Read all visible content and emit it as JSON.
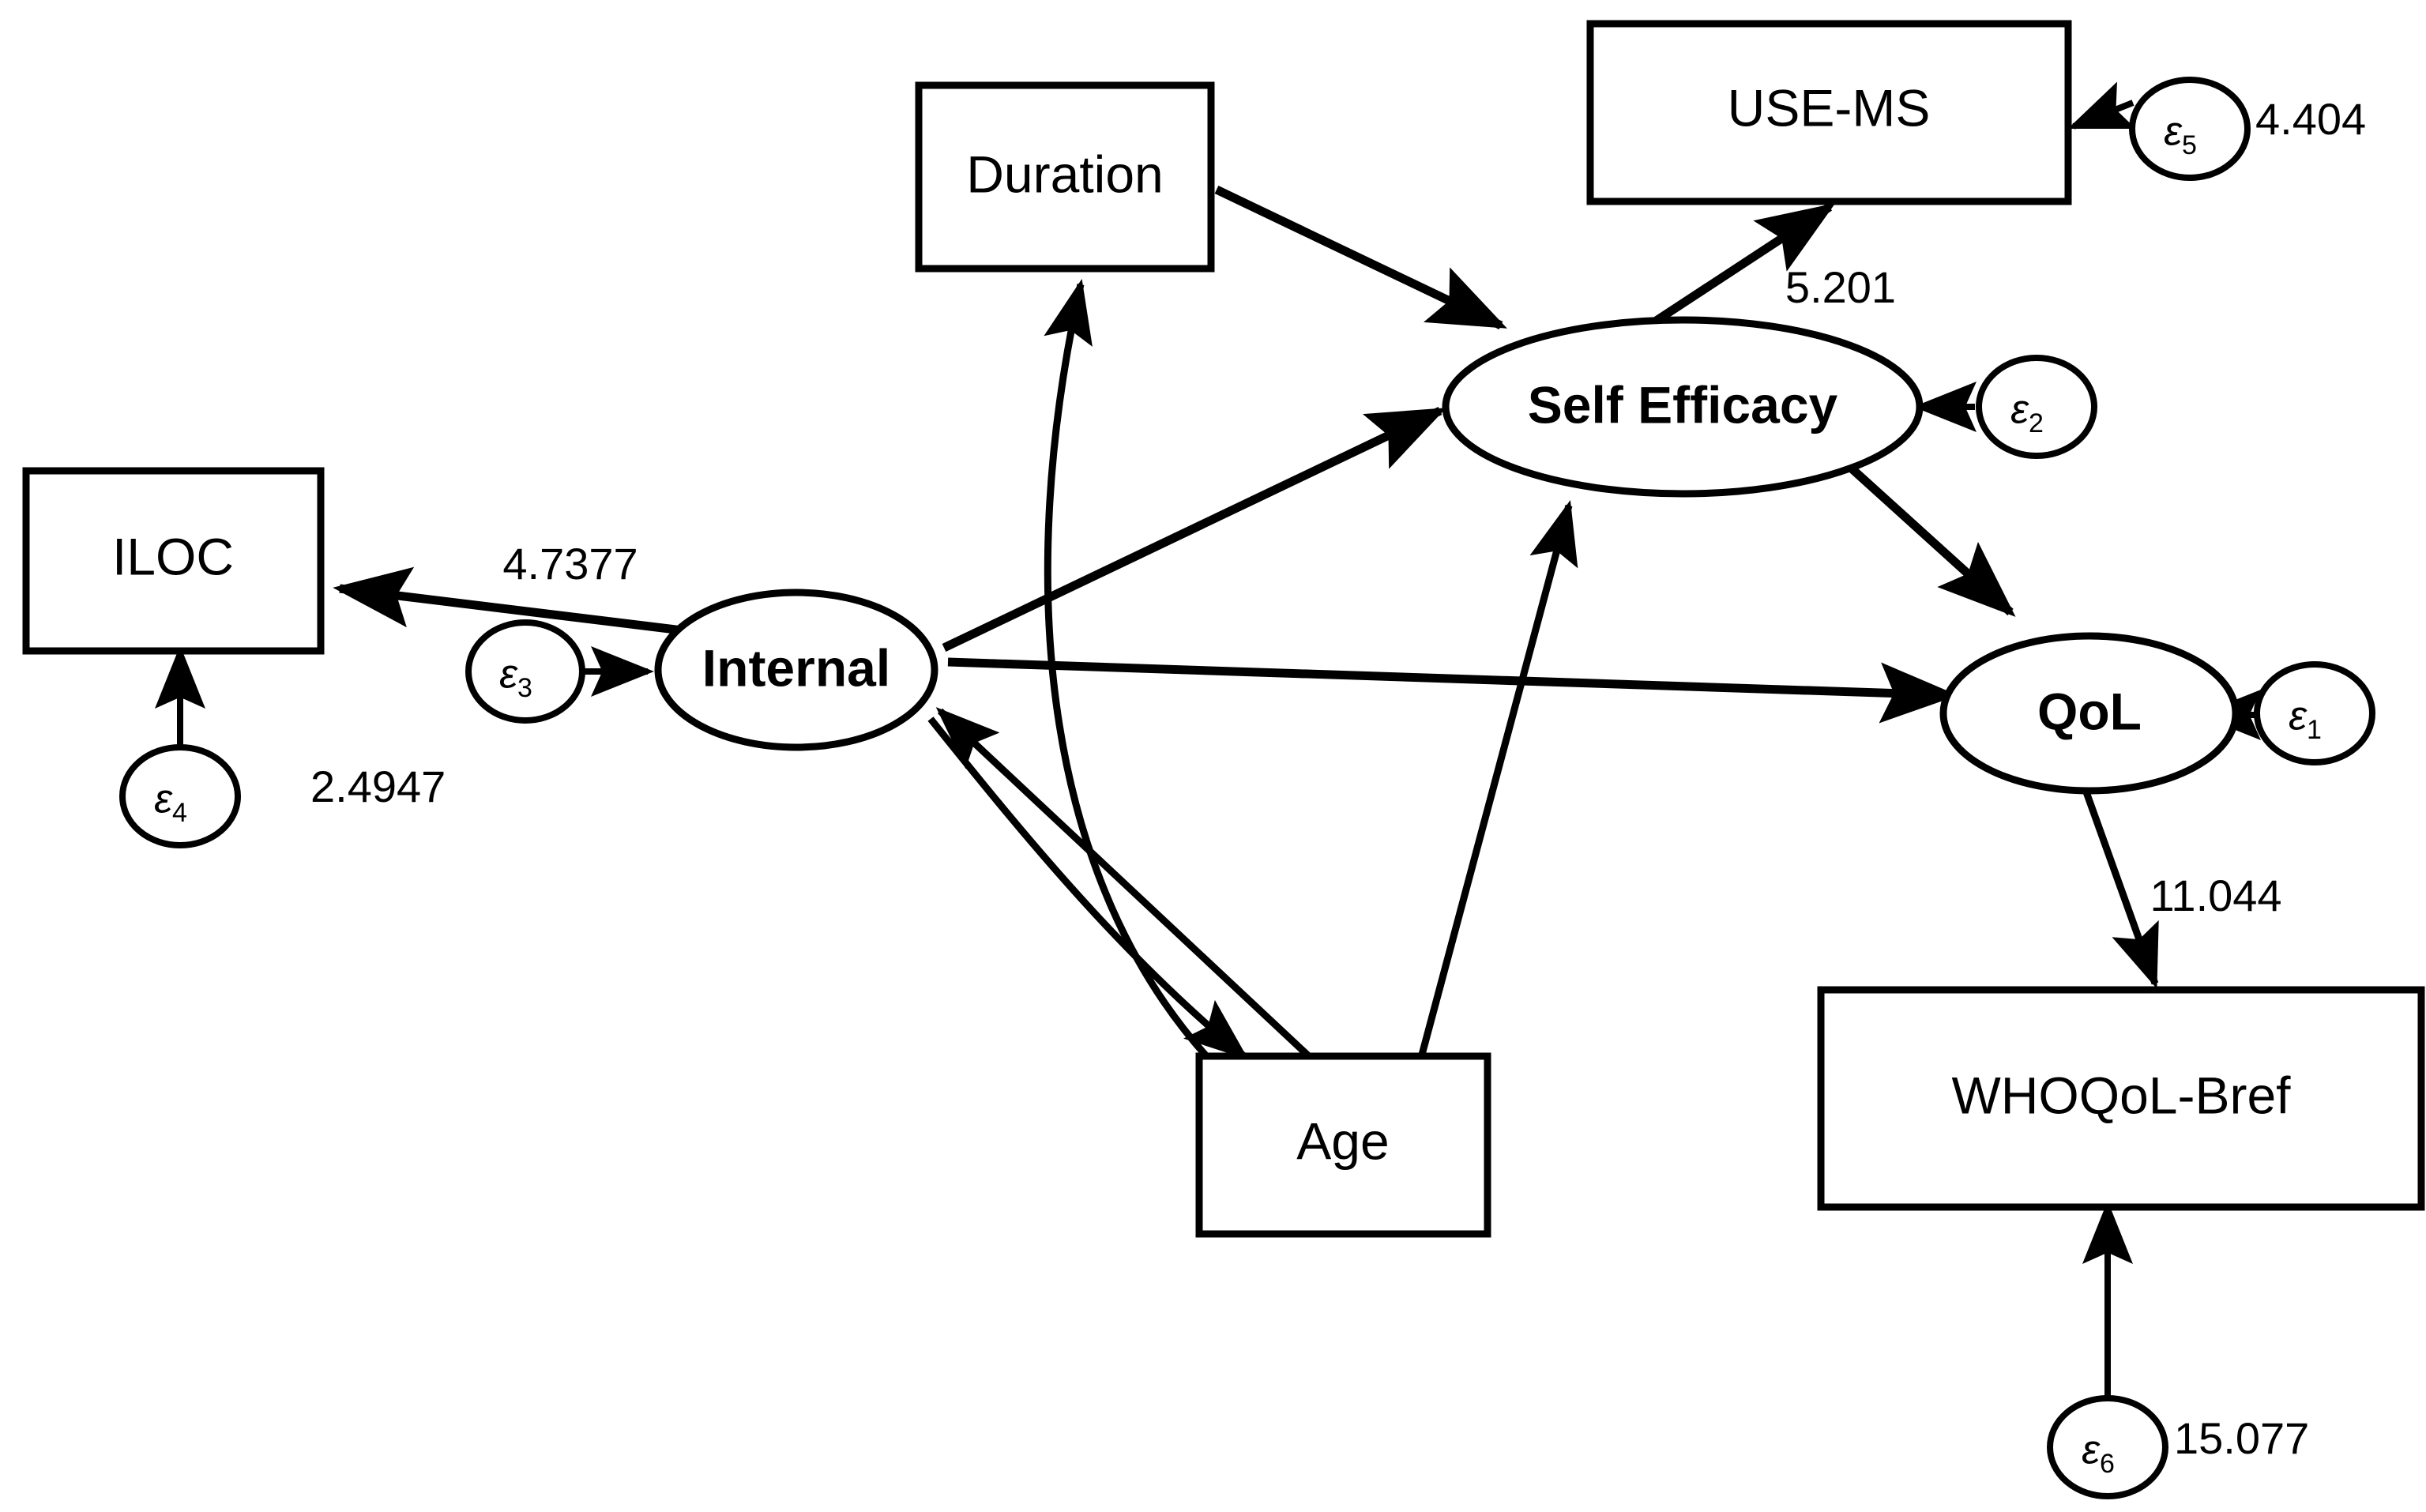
{
  "diagram": {
    "type": "sem-path-diagram",
    "title": "",
    "background_color": "#ffffff",
    "stroke_color": "#000000"
  },
  "observed_variables": [
    {
      "id": "duration",
      "label": "Duration",
      "shape": "rectangle"
    },
    {
      "id": "use_ms",
      "label": "USE-MS",
      "shape": "rectangle"
    },
    {
      "id": "iloc",
      "label": "ILOC",
      "shape": "rectangle"
    },
    {
      "id": "age",
      "label": "Age",
      "shape": "rectangle"
    },
    {
      "id": "whoqol",
      "label": "WHOQoL-Bref",
      "shape": "rectangle"
    }
  ],
  "latent_variables": [
    {
      "id": "self_efficacy",
      "label": "Self Efficacy",
      "shape": "ellipse"
    },
    {
      "id": "internal",
      "label": "Internal",
      "shape": "ellipse"
    },
    {
      "id": "qol",
      "label": "QoL",
      "shape": "ellipse"
    }
  ],
  "error_terms": [
    {
      "id": "e1",
      "symbol": "ε",
      "subscript": "1",
      "label": "ε1",
      "value": "",
      "target": "qol"
    },
    {
      "id": "e2",
      "symbol": "ε",
      "subscript": "2",
      "label": "ε2",
      "value": "",
      "target": "self_efficacy"
    },
    {
      "id": "e3",
      "symbol": "ε",
      "subscript": "3",
      "label": "ε3",
      "value": "",
      "target": "internal"
    },
    {
      "id": "e4",
      "symbol": "ε",
      "subscript": "4",
      "label": "ε4",
      "value": "2.4947",
      "target": "iloc"
    },
    {
      "id": "e5",
      "symbol": "ε",
      "subscript": "5",
      "label": "ε5",
      "value": "4.404",
      "target": "use_ms"
    },
    {
      "id": "e6",
      "symbol": "ε",
      "subscript": "6",
      "label": "ε6",
      "value": "15.077",
      "target": "whoqol"
    }
  ],
  "edges": [
    {
      "from": "internal",
      "to": "iloc",
      "label": "4.7377",
      "arrow": true
    },
    {
      "from": "self_efficacy",
      "to": "use_ms",
      "label": "5.201",
      "arrow": true
    },
    {
      "from": "qol",
      "to": "whoqol",
      "label": "11.044",
      "arrow": true
    },
    {
      "from": "duration",
      "to": "self_efficacy",
      "label": "",
      "arrow": true
    },
    {
      "from": "internal",
      "to": "self_efficacy",
      "label": "",
      "arrow": true
    },
    {
      "from": "age",
      "to": "self_efficacy",
      "label": "",
      "arrow": true
    },
    {
      "from": "self_efficacy",
      "to": "qol",
      "label": "",
      "arrow": true
    },
    {
      "from": "internal",
      "to": "qol",
      "label": "",
      "arrow": true
    },
    {
      "from": "age",
      "to": "internal",
      "label": "",
      "arrow": true
    },
    {
      "from": "internal",
      "to": "age",
      "label": "",
      "arrow": true
    },
    {
      "from": "age",
      "to": "duration",
      "label": "",
      "arrow": true
    }
  ],
  "edge_labels": {
    "internal_iloc": "4.7377",
    "selfefficacy_usems": "5.201",
    "qol_whoqol": "11.044",
    "e4_value": "2.4947",
    "e5_value": "4.404",
    "e6_value": "15.077"
  }
}
